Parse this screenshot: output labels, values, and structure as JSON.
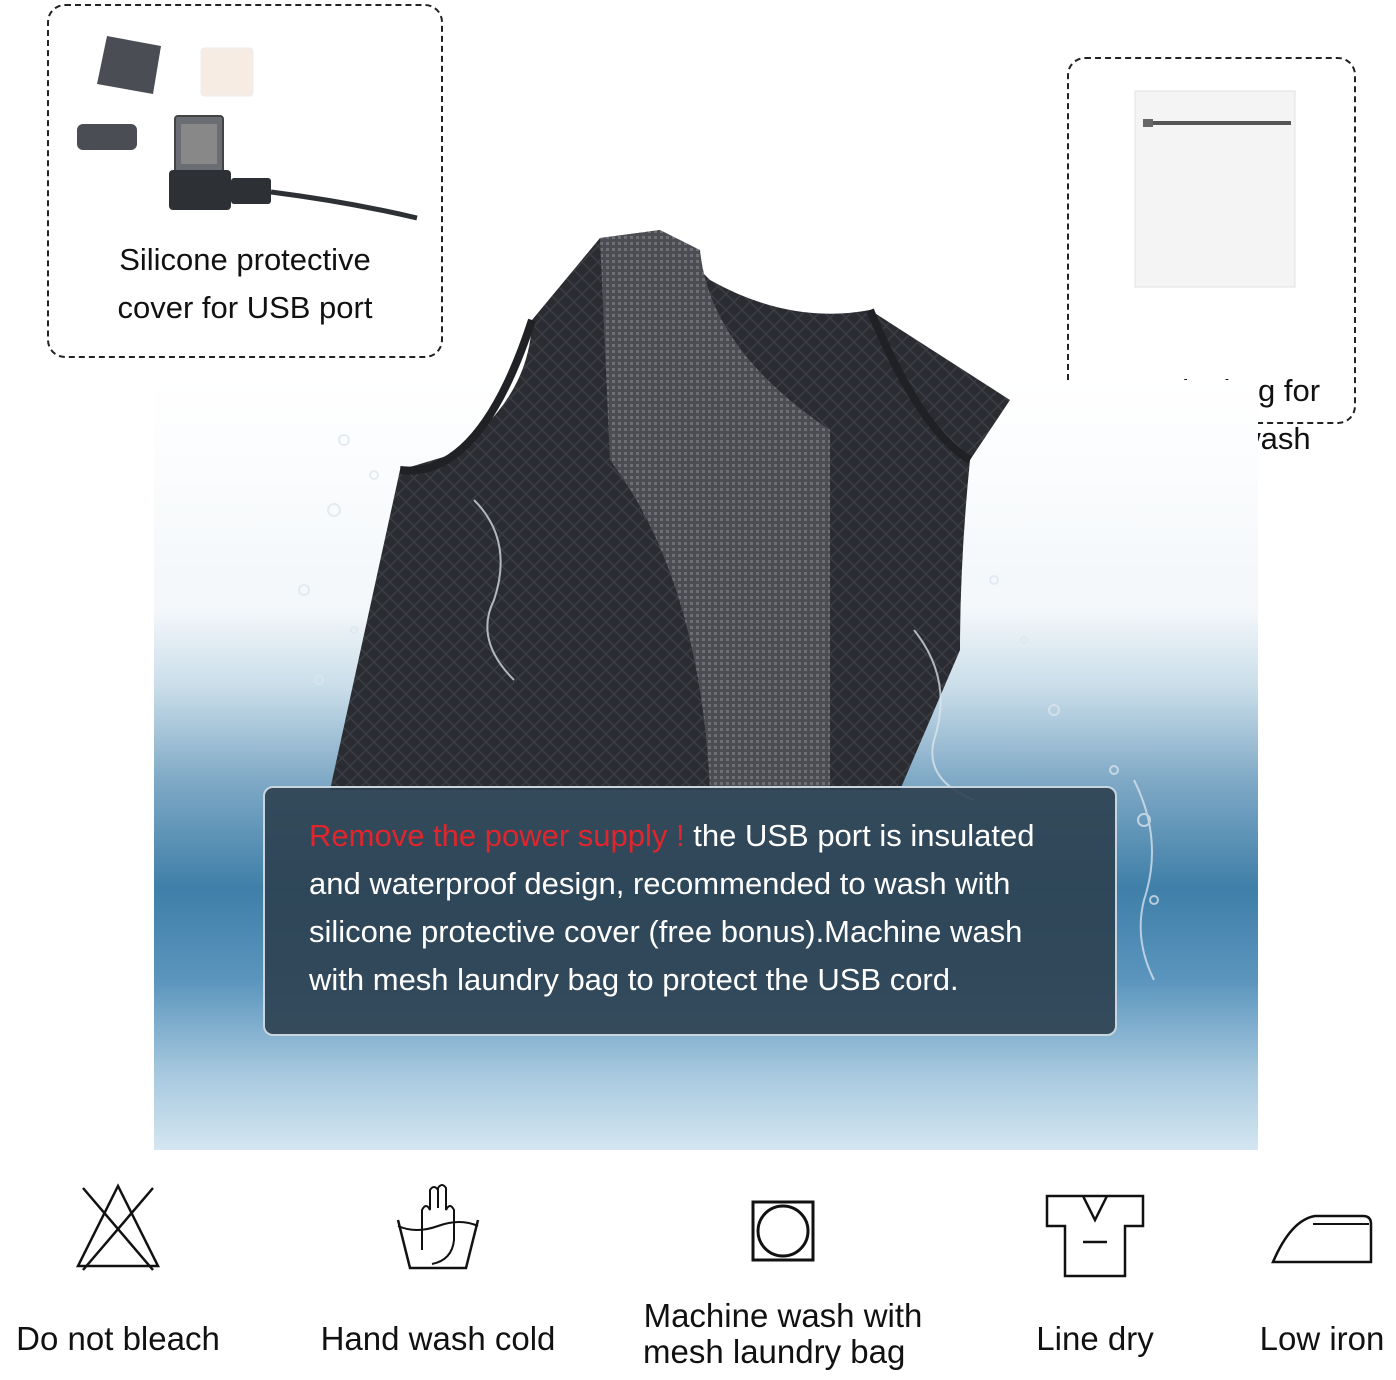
{
  "callouts": {
    "usb_cover": {
      "line1": "Silicone protective",
      "line2": "cover for USB port"
    },
    "laundry_bag": {
      "line1": "Laundry bag for",
      "line2": "machine wash"
    }
  },
  "info": {
    "warning": "Remove the power supply !",
    "body": " the USB port is insulated and waterproof design, recommended to wash with silicone protective cover (free bonus).Machine wash with mesh laundry bag to protect the USB cord."
  },
  "care": [
    {
      "icon": "no-bleach-icon",
      "label": "Do not bleach"
    },
    {
      "icon": "hand-wash-icon",
      "label": "Hand wash cold"
    },
    {
      "icon": "machine-wash-icon",
      "label_line1": "Machine wash with",
      "label_line2": "mesh laundry bag"
    },
    {
      "icon": "line-dry-icon",
      "label": "Line dry"
    },
    {
      "icon": "low-iron-icon",
      "label": "Low iron"
    }
  ],
  "colors": {
    "warning": "#e0262c",
    "info_box": "#2c4050",
    "vest": "#2a2c31"
  }
}
